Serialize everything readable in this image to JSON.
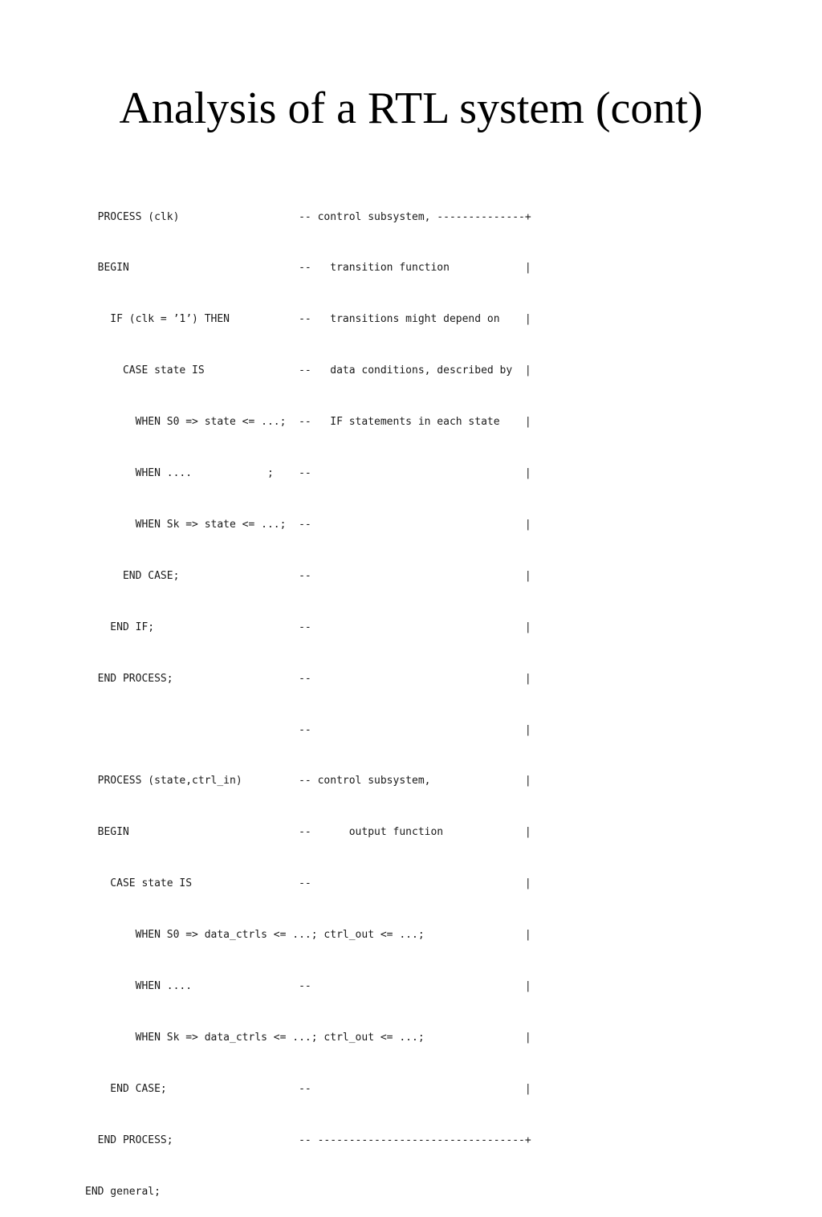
{
  "slide": {
    "title": "Analysis of a RTL system (cont)"
  },
  "code": {
    "lines": [
      "  PROCESS (clk)                   -- control subsystem, --------------+",
      "  BEGIN                           --   transition function            |",
      "    IF (clk = ’1’) THEN           --   transitions might depend on    |",
      "      CASE state IS               --   data conditions, described by  |",
      "        WHEN S0 => state <= ...;  --   IF statements in each state    |",
      "        WHEN ....            ;    --                                  |",
      "        WHEN Sk => state <= ...;  --                                  |",
      "      END CASE;                   --                                  |",
      "    END IF;                       --                                  |",
      "  END PROCESS;                    --                                  |",
      "                                  --                                  |",
      "  PROCESS (state,ctrl_in)         -- control subsystem,               |",
      "  BEGIN                           --      output function             |",
      "    CASE state IS                 --                                  |",
      "        WHEN S0 => data_ctrls <= ...; ctrl_out <= ...;                |",
      "        WHEN ....                 --                                  |",
      "        WHEN Sk => data_ctrls <= ...; ctrl_out <= ...;                |",
      "    END CASE;                     --                                  |",
      "  END PROCESS;                    -- ---------------------------------+",
      "END general;"
    ]
  }
}
